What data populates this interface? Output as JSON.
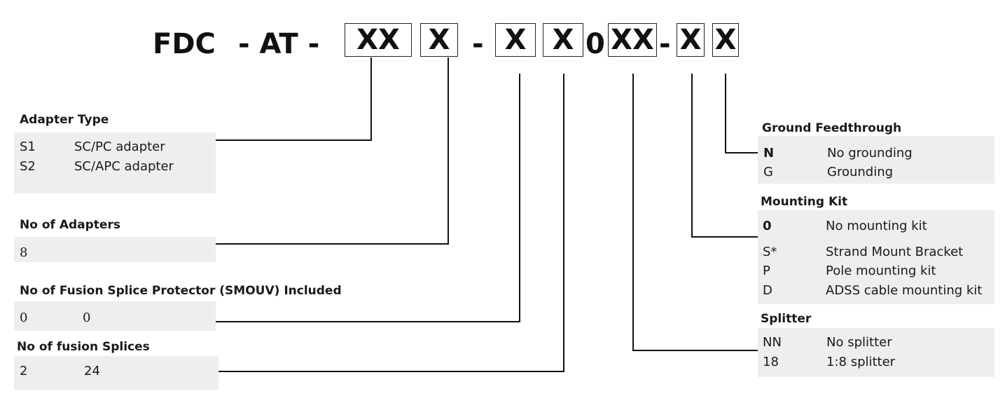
{
  "code": {
    "prefix_fdc": "FDC",
    "sep_at": "- AT -",
    "box1": "XX",
    "box2": "X",
    "dash1": "-",
    "box3": "X",
    "box4": "X",
    "zero": "0",
    "box5": "XX",
    "dash2": "-",
    "box6": "X",
    "box7": "X"
  },
  "adapter_type": {
    "title": "Adapter Type",
    "options": [
      {
        "code": "S1",
        "desc": "SC/PC adapter"
      },
      {
        "code": "S2",
        "desc": "SC/APC adapter"
      }
    ]
  },
  "no_of_adapters": {
    "title": "No of Adapters",
    "value": "8"
  },
  "fusion_protector": {
    "title": "No of Fusion Splice Protector (SMOUV) Included",
    "values": [
      "0",
      "0"
    ]
  },
  "fusion_splices": {
    "title": "No of fusion Splices",
    "values": [
      "2",
      "24"
    ]
  },
  "ground_feedthrough": {
    "title": "Ground Feedthrough",
    "options": [
      {
        "code": "N",
        "desc": "No grounding"
      },
      {
        "code": "G",
        "desc": "Grounding"
      }
    ]
  },
  "mounting_kit": {
    "title": "Mounting Kit",
    "options": [
      {
        "code": "0",
        "desc": "No mounting kit"
      },
      {
        "code": "S*",
        "desc": "Strand Mount Bracket"
      },
      {
        "code": "P",
        "desc": "Pole mounting kit"
      },
      {
        "code": "D",
        "desc": "ADSS cable mounting kit"
      }
    ]
  },
  "splitter": {
    "title": "Splitter",
    "options": [
      {
        "code": "NN",
        "desc": "No splitter"
      },
      {
        "code": "18",
        "desc": "1:8 splitter"
      }
    ]
  },
  "colors": {
    "panel_bg": "#eeeeee",
    "line": "#111111",
    "text": "#1a1a1a"
  }
}
